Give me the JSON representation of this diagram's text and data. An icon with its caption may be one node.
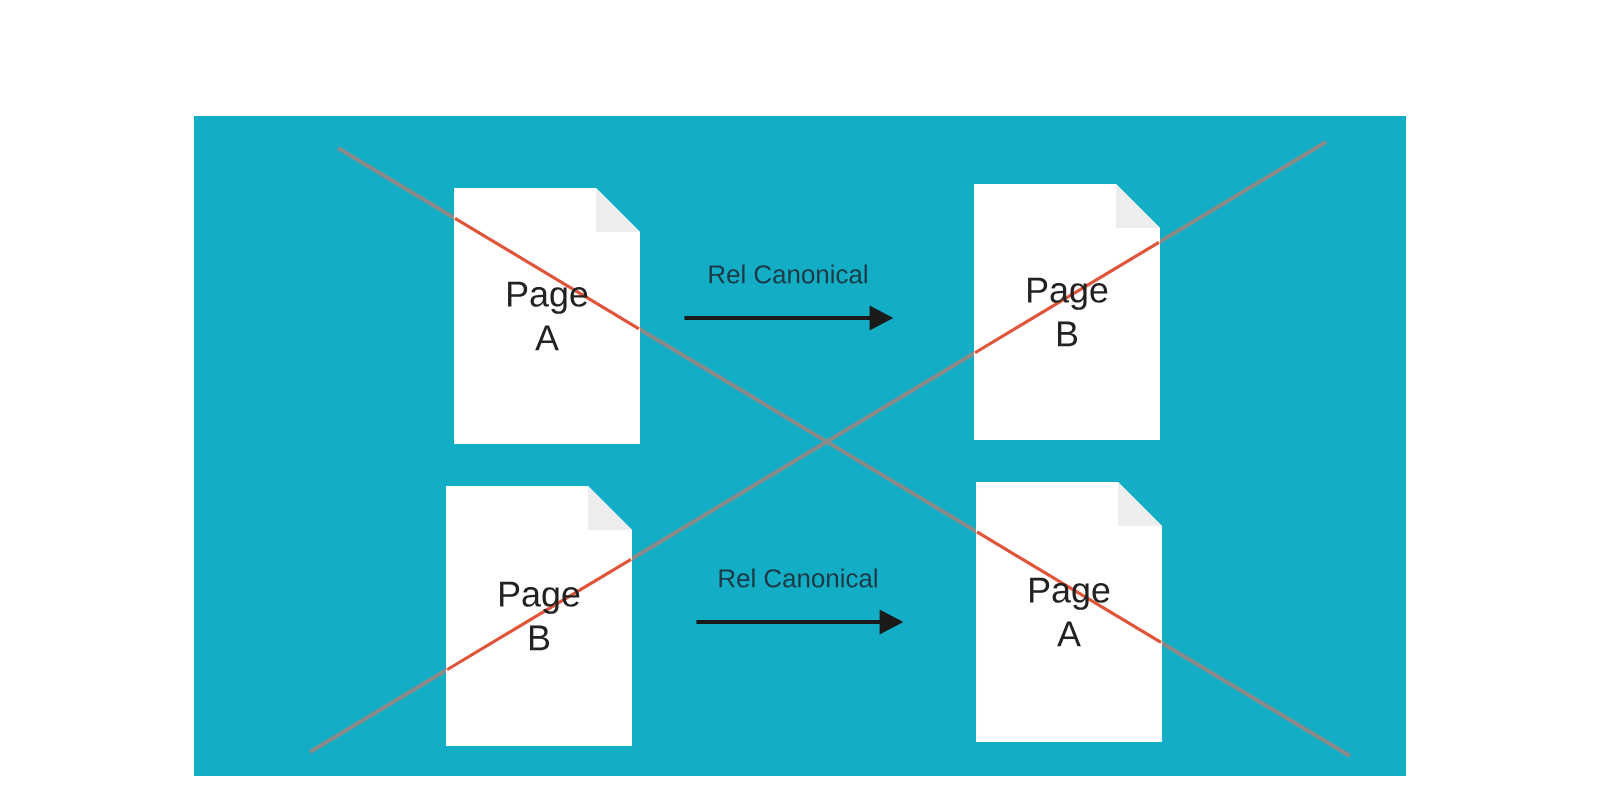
{
  "diagram": {
    "nodes": [
      {
        "text": [
          "Page A"
        ]
      },
      {
        "text": [
          "Page B"
        ]
      },
      {
        "text": [
          "Page B"
        ]
      },
      {
        "text": [
          "Page A"
        ]
      }
    ],
    "edges": [
      {
        "from": 0,
        "to": 1,
        "arrow": "to",
        "label": "Rel Canonical"
      },
      {
        "from": 2,
        "to": 3,
        "arrow": "to",
        "label": "Rel Canonical"
      }
    ]
  }
}
